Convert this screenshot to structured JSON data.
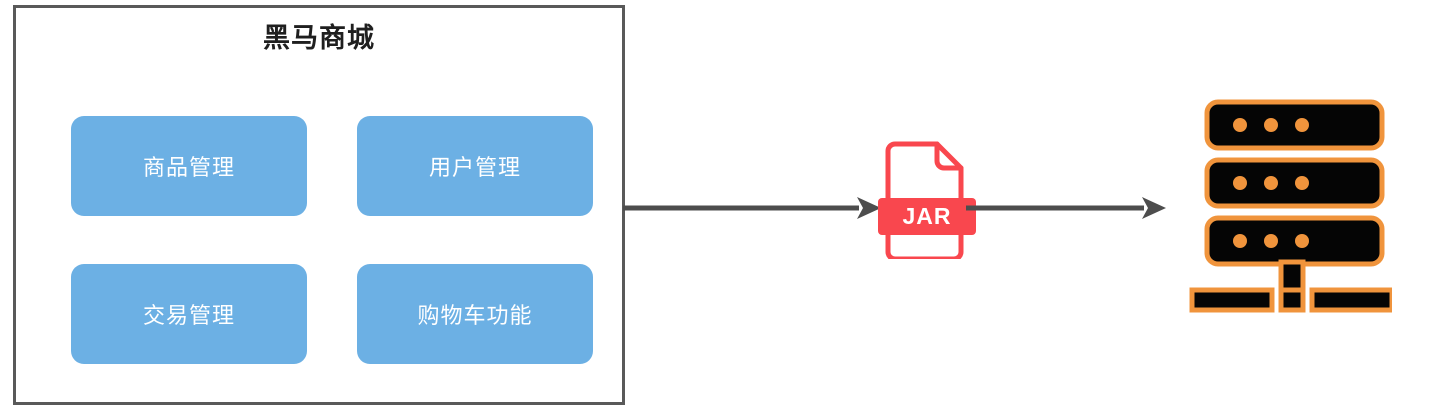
{
  "diagram": {
    "type": "deployment-flow",
    "background_color": "#ffffff",
    "application": {
      "title": "黑马商城",
      "title_color": "#1f1f1f",
      "border_color": "#595959",
      "modules": [
        {
          "label": "商品管理"
        },
        {
          "label": "用户管理"
        },
        {
          "label": "交易管理"
        },
        {
          "label": "购物车功能"
        }
      ],
      "module_fill_color": "#6cb0e4",
      "module_text_color": "#ffffff"
    },
    "artifact": {
      "icon_name": "jar-file-icon",
      "label": "JAR",
      "accent_color": "#f9474e",
      "label_text_color": "#ffffff"
    },
    "target": {
      "icon_name": "server-rack-icon",
      "body_color": "#050505",
      "outline_color": "#f0943c",
      "unit_count": 3,
      "dots_per_unit": 3
    },
    "arrows": [
      {
        "name": "app-to-jar",
        "color": "#4d4d4d"
      },
      {
        "name": "jar-to-server",
        "color": "#4d4d4d"
      }
    ]
  }
}
